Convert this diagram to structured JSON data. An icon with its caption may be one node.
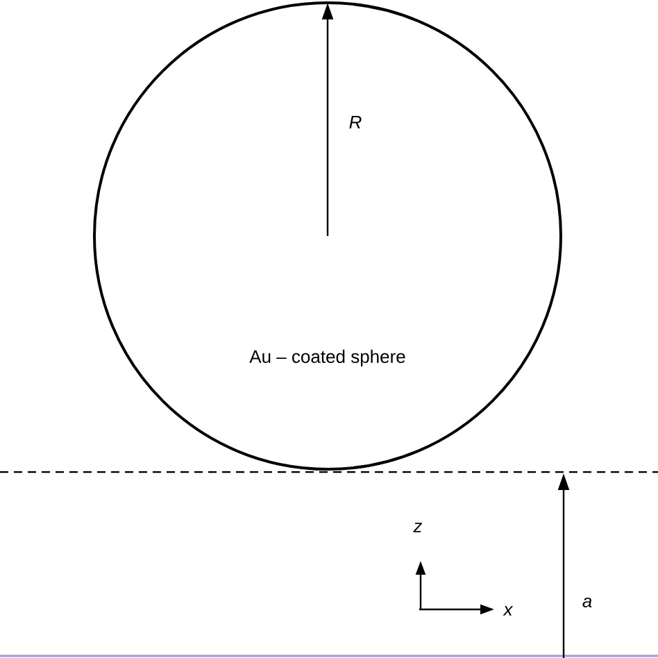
{
  "diagram": {
    "nodes": [
      {
        "text": [
          "Au – coated sphere"
        ]
      }
    ],
    "labels": [
      "R",
      "z",
      "x",
      "a"
    ]
  }
}
